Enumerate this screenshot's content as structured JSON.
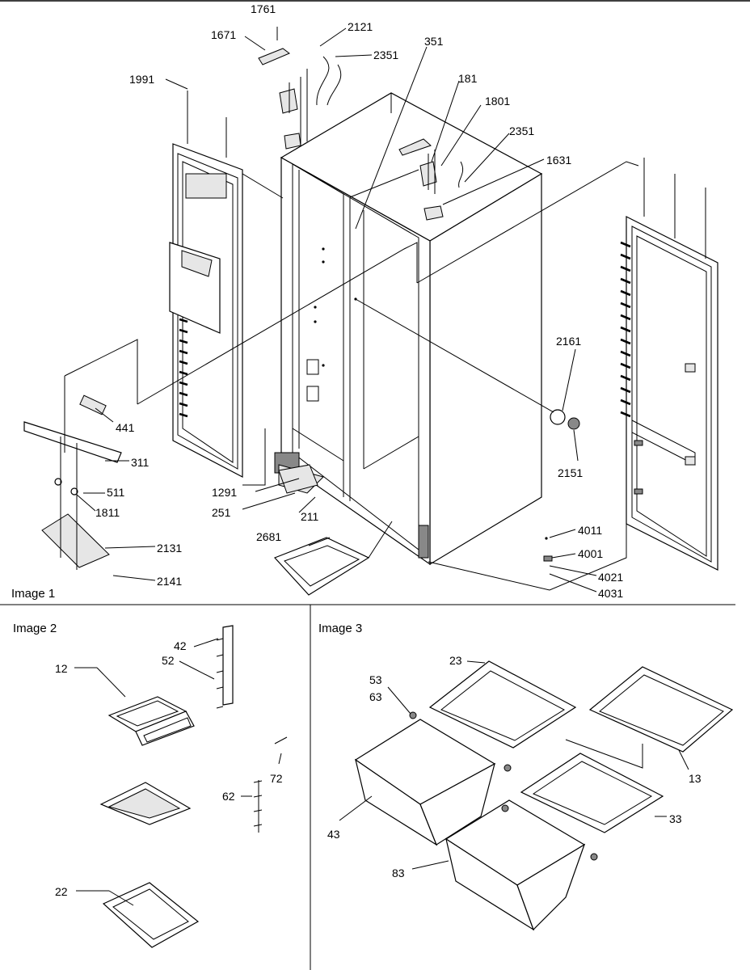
{
  "panels": [
    {
      "title": "Image 1",
      "callouts": [
        "1761",
        "1671",
        "2121",
        "2351",
        "351",
        "1991",
        "181",
        "1801",
        "2351",
        "1631",
        "2161",
        "441",
        "311",
        "511",
        "1811",
        "2131",
        "2141",
        "1291",
        "251",
        "211",
        "2151",
        "2681",
        "4011",
        "4001",
        "4021",
        "4031"
      ]
    },
    {
      "title": "Image 2",
      "callouts": [
        "42",
        "52",
        "12",
        "72",
        "62",
        "22"
      ]
    },
    {
      "title": "Image 3",
      "callouts": [
        "23",
        "53",
        "63",
        "13",
        "43",
        "33",
        "83"
      ]
    }
  ],
  "colors": {
    "ink": "#000000",
    "paper": "#ffffff",
    "shade": "#e6e6e6"
  }
}
